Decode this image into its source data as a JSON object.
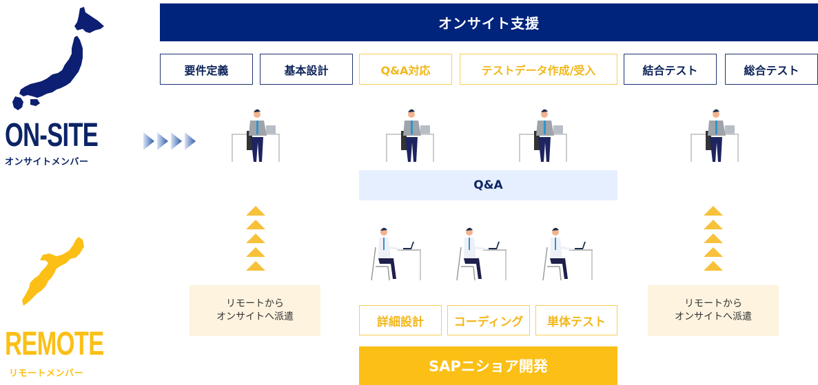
{
  "legend": {
    "onsite": {
      "title": "ON-SITE",
      "subtitle": "オンサイトメンバー",
      "color": "#0c2466",
      "map": "japan-map"
    },
    "remote": {
      "title": "REMOTE",
      "subtitle": "リモートメンバー",
      "color": "#fbbf16",
      "map": "okinawa-map"
    }
  },
  "header": {
    "title": "オンサイト支援",
    "color": "#00237c"
  },
  "phases": [
    {
      "label": "要件定義",
      "style": "navy"
    },
    {
      "label": "基本設計",
      "style": "navy"
    },
    {
      "label": "Q&A対応",
      "style": "gold"
    },
    {
      "label": "テストデータ作成/受入",
      "style": "gold"
    },
    {
      "label": "結合テスト",
      "style": "navy"
    },
    {
      "label": "総合テスト",
      "style": "navy"
    }
  ],
  "qa": {
    "label": "Q&A"
  },
  "dispatch": [
    {
      "line1": "リモートから",
      "line2": "オンサイトへ派遣"
    },
    {
      "line1": "リモートから",
      "line2": "オンサイトへ派遣"
    }
  ],
  "tasks": [
    {
      "label": "詳細設計"
    },
    {
      "label": "コーディング"
    },
    {
      "label": "単体テスト"
    }
  ],
  "footer": {
    "title": "SAPニショア開発",
    "color": "#fbbf16"
  },
  "icons": {
    "onsite_person": "businessman-at-desk",
    "remote_person": "developer-at-laptop",
    "chevron": "chevron-right",
    "arrow": "arrow-up"
  }
}
